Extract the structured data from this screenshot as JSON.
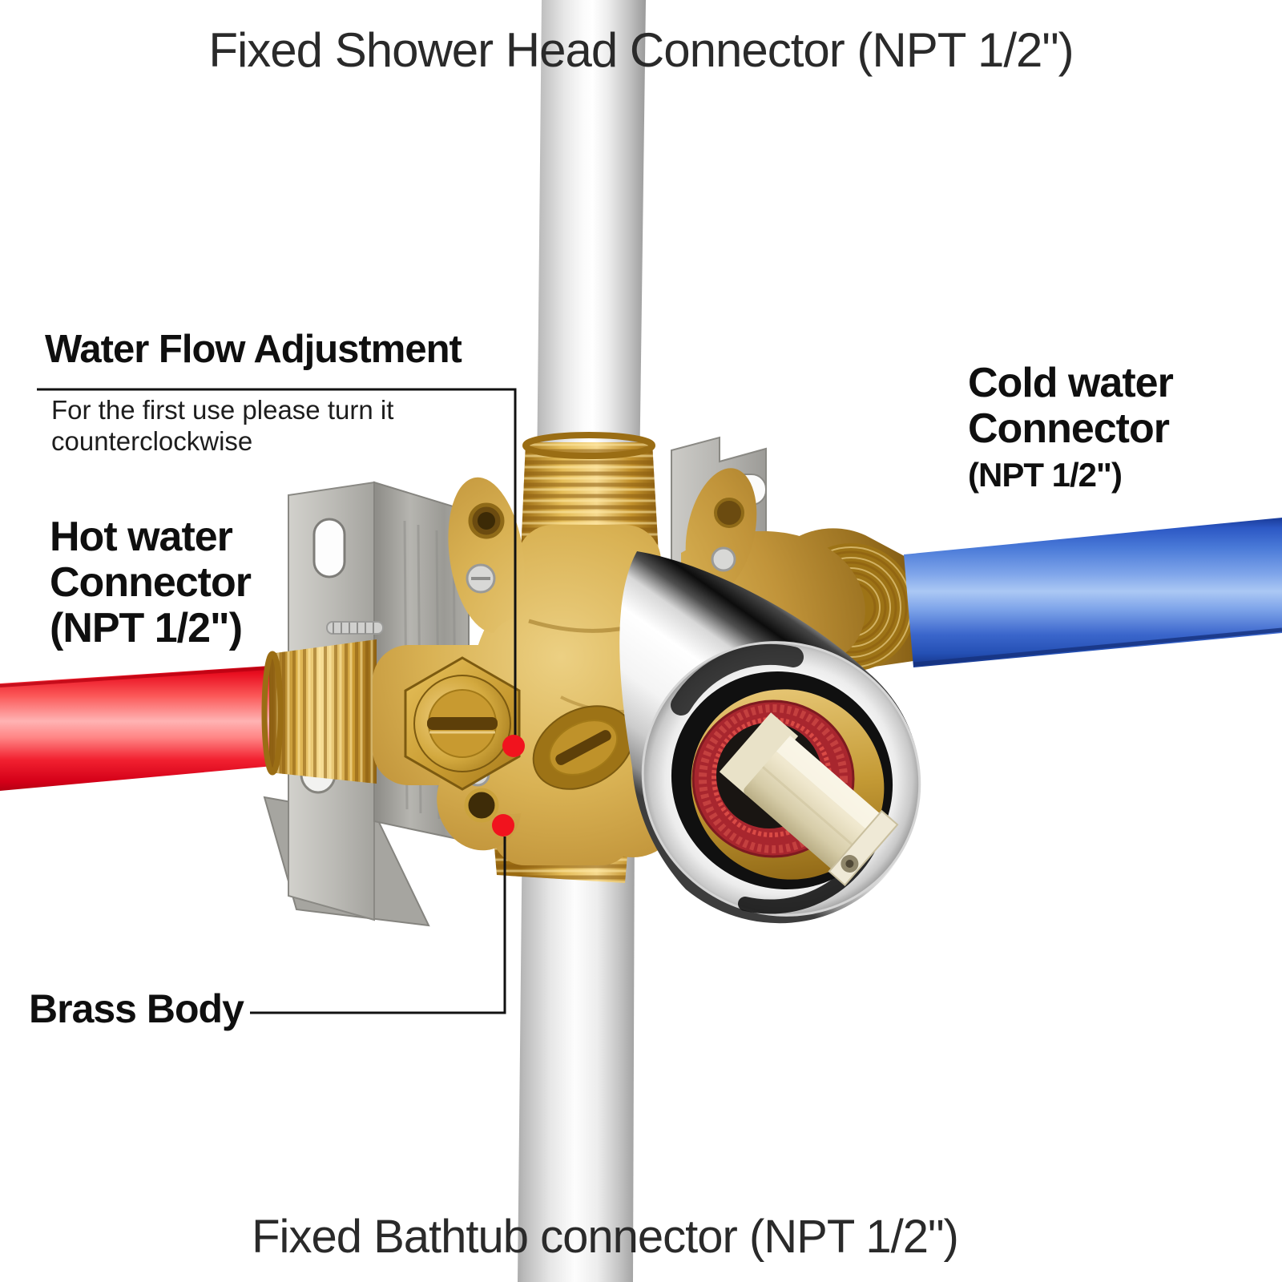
{
  "figure": {
    "top_title": "Fixed Shower Head Connector (NPT 1/2\")",
    "bottom_title": "Fixed Bathtub connector (NPT 1/2\")",
    "callouts": {
      "water_flow": {
        "heading": "Water Flow Adjustment",
        "note_line1": "For the first use please turn it",
        "note_line2": "counterclockwise"
      },
      "hot_water": {
        "line1": "Hot water",
        "line2": "Connector",
        "line3": "(NPT 1/2\")"
      },
      "cold_water": {
        "line1": "Cold water",
        "line2": "Connector",
        "line3": "(NPT 1/2\")"
      },
      "brass_body": {
        "label": "Brass Body"
      }
    },
    "colors": {
      "hot_pipe": "#ee1322",
      "cold_pipe": "#4a7ad8",
      "shower_pipe": "#d9d9d9",
      "brass": "#d2a43c",
      "chrome": "#f2f2f2",
      "steel_bracket": "#b3b2ae",
      "cartridge_ring": "#a8262e",
      "stem": "#efe7cd",
      "callout_dot": "#f1131e",
      "leader_line": "#111111",
      "text": "#1a1a1a",
      "background": "#ffffff"
    },
    "parts": [
      "shower-head-pipe",
      "bathtub-pipe",
      "hot-water-pipe",
      "cold-water-pipe",
      "brass-valve-body",
      "chrome-plaster-guard",
      "mounting-bracket",
      "cartridge-stem",
      "water-flow-adjust-screw"
    ]
  }
}
